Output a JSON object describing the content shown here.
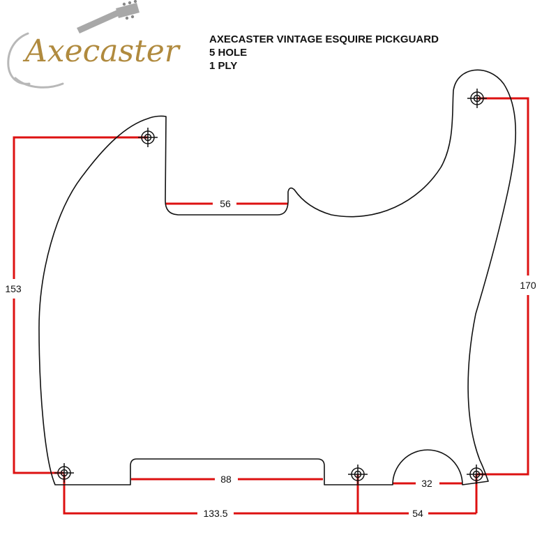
{
  "brand": {
    "name": "Axecaster",
    "text_color": "#b08a3e",
    "guitar_icon": "guitar-outline-icon",
    "headstock_icon": "guitar-headstock-icon"
  },
  "title": {
    "line1": "AXECASTER VINTAGE ESQUIRE PICKGUARD",
    "line2": "5 HOLE",
    "line3": "1 PLY"
  },
  "dimensions": {
    "left_height": "153",
    "right_height": "170",
    "top_cutout_width": "56",
    "bottom_cutout_width": "88",
    "semicircle_width": "32",
    "bottom_left_span": "133.5",
    "bottom_right_span": "54"
  },
  "colors": {
    "dimension_line": "#dd1111",
    "outline": "#111111"
  }
}
